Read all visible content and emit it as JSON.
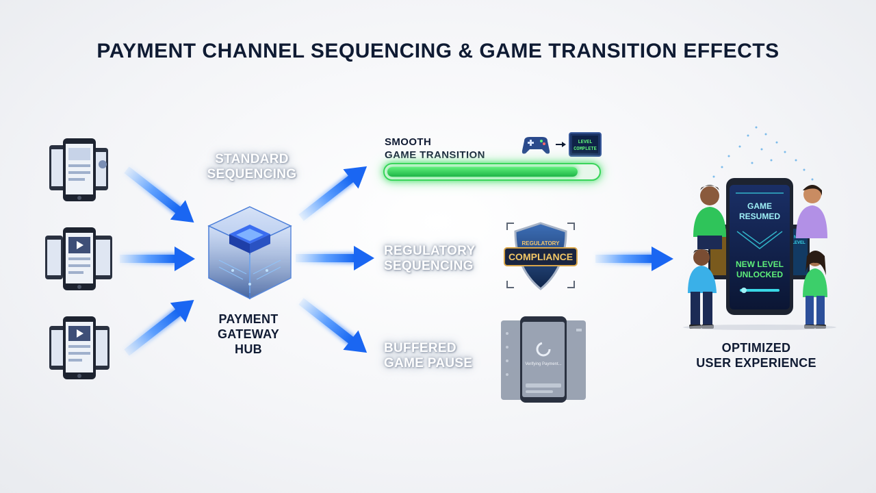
{
  "title": "PAYMENT CHANNEL SEQUENCING & GAME TRANSITION EFFECTS",
  "hub": {
    "label_line1": "PAYMENT",
    "label_line2": "GATEWAY",
    "label_line3": "HUB"
  },
  "paths": {
    "standard": {
      "line1": "STANDARD",
      "line2": "SEQUENCING"
    },
    "smooth": {
      "line1": "SMOOTH",
      "line2": "GAME TRANSITION",
      "progress": 0.91,
      "badge_line1": "LEVEL",
      "badge_line2": "COMPLETE"
    },
    "regulatory": {
      "line1": "REGULATORY",
      "line2": "SEQUENCING",
      "badge_top": "REGULATORY",
      "badge_main": "COMPLIANCE"
    },
    "buffered": {
      "line1": "BUFFERED",
      "line2": "GAME PAUSE",
      "screen_text": "Verifying Payment..."
    }
  },
  "outcome": {
    "label_line1": "OPTIMIZED",
    "label_line2": "USER EXPERIENCE",
    "screen_line1": "GAME",
    "screen_line2": "RESUMED",
    "screen_line3": "NEW LEVEL",
    "screen_line4": "UNLOCKED",
    "side_screen_line1": "NEW",
    "side_screen_line2": "LEVEL"
  },
  "colors": {
    "arrow_blue": "#1e6cf5",
    "progress_green": "#2fd153",
    "title_navy": "#0f1b33",
    "screen_teal": "#39d7e6"
  },
  "icons": [
    "smartphone-icon",
    "gamepad-icon",
    "right-arrow-icon",
    "shield-icon",
    "spinner-icon",
    "cube-chip-icon"
  ]
}
